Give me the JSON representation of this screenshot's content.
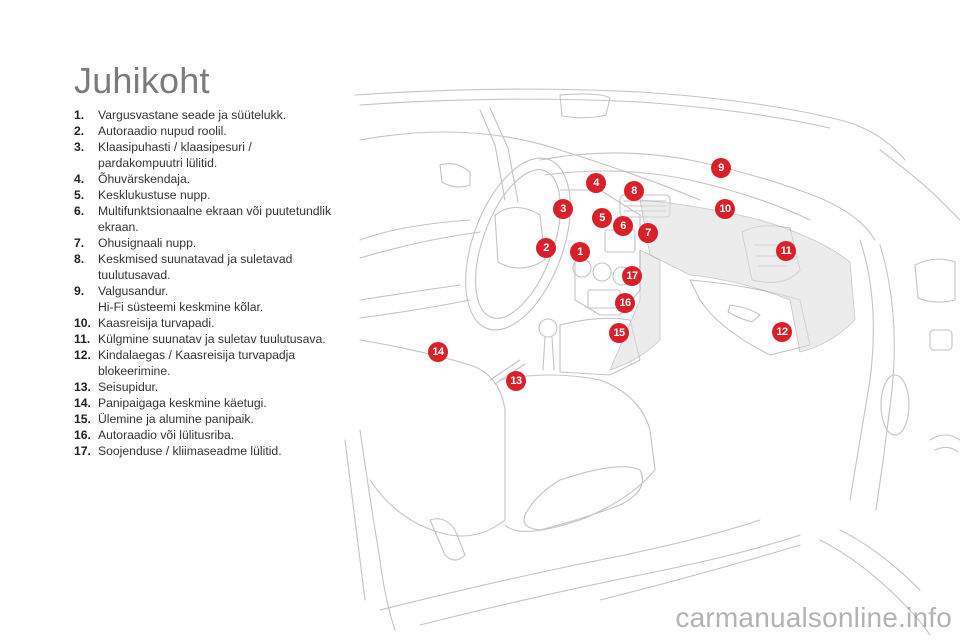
{
  "page": {
    "title": "Juhikoht",
    "watermark": "carmanualsonline.info"
  },
  "legend": [
    {
      "num": "1.",
      "lines": [
        "Vargusvastane seade ja süütelukk."
      ]
    },
    {
      "num": "2.",
      "lines": [
        "Autoraadio nupud roolil."
      ]
    },
    {
      "num": "3.",
      "lines": [
        "Klaasipuhasti / klaasipesuri /",
        "pardakompuutri lülitid."
      ]
    },
    {
      "num": "4.",
      "lines": [
        "Õhuvärskendaja."
      ]
    },
    {
      "num": "5.",
      "lines": [
        "Kesklukustuse nupp."
      ]
    },
    {
      "num": "6.",
      "lines": [
        "Multifunktsionaalne ekraan või puutetundlik",
        "ekraan."
      ]
    },
    {
      "num": "7.",
      "lines": [
        "Ohusignaali nupp."
      ]
    },
    {
      "num": "8.",
      "lines": [
        "Keskmised suunatavad ja suletavad",
        "tuulutusavad."
      ]
    },
    {
      "num": "9.",
      "lines": [
        "Valgusandur.",
        "Hi-Fi süsteemi keskmine kõlar."
      ]
    },
    {
      "num": "10.",
      "lines": [
        "Kaasreisija turvapadi."
      ]
    },
    {
      "num": "11.",
      "lines": [
        "Külgmine suunatav ja suletav tuulutusava."
      ]
    },
    {
      "num": "12.",
      "lines": [
        "Kindalaegas / Kaasreisija turvapadja",
        "blokeerimine."
      ]
    },
    {
      "num": "13.",
      "lines": [
        "Seisupidur."
      ]
    },
    {
      "num": "14.",
      "lines": [
        "Panipaigaga keskmine käetugi."
      ]
    },
    {
      "num": "15.",
      "lines": [
        "Ülemine ja alumine panipaik."
      ]
    },
    {
      "num": "16.",
      "lines": [
        "Autoraadio või lülitusriba."
      ]
    },
    {
      "num": "17.",
      "lines": [
        "Soojenduse / kliimaseadme lülitid."
      ]
    }
  ],
  "markers": [
    "1",
    "2",
    "3",
    "4",
    "5",
    "6",
    "7",
    "8",
    "9",
    "10",
    "11",
    "12",
    "13",
    "14",
    "15",
    "16",
    "17"
  ],
  "colors": {
    "marker": "#d9202a",
    "title": "#7c7c7c",
    "line_art": "#bdbdbd",
    "dash_fill": "#dedede"
  }
}
